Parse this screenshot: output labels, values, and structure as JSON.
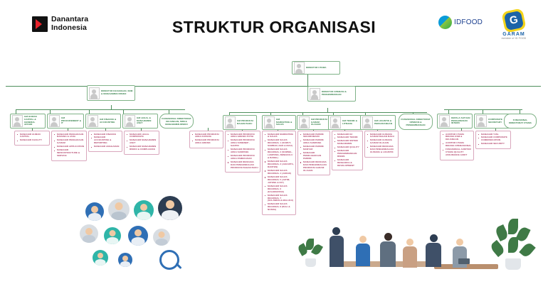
{
  "header": {
    "title": "STRUKTUR ORGANISASI",
    "brand_left": {
      "line1": "Danantara",
      "line2": "Indonesia",
      "mark": "danantara-logo"
    },
    "brand_right_1": {
      "text_bold": "ID",
      "text_light": "FOOD",
      "mark": "idfood-logo"
    },
    "brand_right_2": {
      "name": "GARAM",
      "sub": "member of ID FOOD",
      "letter": "G"
    }
  },
  "nodes": {
    "dirut": "DIREKTUR UTAMA",
    "dir_ops": "DIREKTUR OPERASI & PENGEMBANGAN",
    "dir_keu": "DIREKTUR KEUANGAN, SDM & MANAJEMEN RISIKO"
  },
  "columns": [
    {
      "id": "human-capital",
      "head": "GM HUMAN CAPITAL & GENERAL AFFAIR",
      "type": "gm",
      "items": [
        "MANAGER HUMAN CAPITAL",
        "MANAGER FACILITY"
      ]
    },
    {
      "id": "procurement-it",
      "head": "GM PROCUREMENT & IT",
      "type": "gm",
      "items": [
        "MANAGER PENGADAAN BARANG & JASA",
        "MANAGER PENGADAAN GARAM",
        "MANAGER APPLICATION",
        "MANAGER INFRASTRUCTURE & SERVICE"
      ]
    },
    {
      "id": "finance-accounting",
      "head": "GM FINANCE & ACCOUNTING",
      "type": "gm",
      "items": [
        "MANAGER FINANCE",
        "MANAGER ACCOUNTING & REPORTING",
        "MANAGER ANGGARAN"
      ]
    },
    {
      "id": "legal-aset",
      "head": "GM LEGAL & MANAJEMEN ASET",
      "type": "gm",
      "items": [
        "MANAGER LEGAL CORPORATE",
        "MANAGER MANAJEMEN ASET",
        "MANAGER MANAJEMEN RISIKO & COMPLIANCE"
      ]
    },
    {
      "id": "fungsional-keuangan",
      "head": "FUNGSIONAL DIREKTORAT KEUANGAN, SDM & MANAJEMEN RISIKO",
      "type": "fungsional",
      "items": []
    },
    {
      "id": "produksi-bahan-baku",
      "head": "GM PRODUKSI BAHAN BAKU",
      "type": "gm",
      "items": [
        "MANAGER PRODUKSI AREA KUPANG",
        "MANAGER PRODUKSI AREA GRESIK"
      ]
    },
    {
      "id": "produksi-bahan-baku-2",
      "head": "",
      "type": "list-only",
      "items": [
        "MANAGER PRODUKSI AREA GRESIK PUTIH",
        "MANAGER PRODUKSI AREA SUMENEP - SANTRI",
        "MANAGER PRODUKSI AREA SAMPANG",
        "MANAGER PRODUKSI AREA PAMEKASAN",
        "MANAGER RENCANA DAN PENGENDALIAN PRODUKSI BAHAN BAKU"
      ]
    },
    {
      "id": "marketing-sales",
      "head": "GM MARKETING & SALES",
      "type": "gm",
      "items": [
        "MANAGER MARKETING & SALES",
        "MANAGER SALES REGIONAL 1 (SUMUT, SUMBAR, NAD & RIAU)",
        "MANAGER SALES REGIONAL 2 (SUMSEL, LAMPUNG, BENGKULU & BABEL)",
        "MANAGER SALES REGIONAL 3 (JAKARTA, BANTEN)",
        "MANAGER SALES REGIONAL 4 (JABAR)",
        "MANAGER SALES REGIONAL 5 (JATIM, JATENG & DIY)",
        "MANAGER SALES REGIONAL 6 (KALIMANTAN)",
        "MANAGER SALES REGIONAL 7 (SULAWESI & MALUKU)",
        "MANAGER SALES REGIONAL 8 (BALI & NUSRA)"
      ]
    },
    {
      "id": "produksi-garam-olahan",
      "head": "GM PRODUKSI GARAM OLAHAN",
      "type": "gm",
      "items": [
        "MANAGER PABRIK SEGOROMADU",
        "MANAGER PABRIK AREA SAMPANG",
        "MANAGER PABRIK MANYAR",
        "MANAGER PEMELIHARAAN PABRIK",
        "MANAGER RENCANA DAN PENGENDALIAN PRODUKSI GARAM OLAHAN"
      ]
    },
    {
      "id": "teknik-litbang",
      "head": "GM TEKNIK & LITBANG",
      "type": "gm",
      "items": [
        "MANAGER K3",
        "MANAGER TEKNIK",
        "MANAGER SISTEM MANAJEMEN",
        "MANAGER QUALITY",
        "MANAGER PENGEMBANGAN BISNIS",
        "MANAGER RESEARCH & DEVELOPMENT"
      ]
    },
    {
      "id": "logistik-pergudangan",
      "head": "GM LOGISTIK & PERGUDANGAN",
      "type": "gm",
      "items": [
        "MANAGER GUDANG GARAM BAHAN BAKU",
        "MANAGER GUDANG GARAM OLAHAN",
        "MANAGER RENCANA DAN PENGENDALIAN GUDANG & LOGISTIK"
      ]
    },
    {
      "id": "fungsional-operasi",
      "head": "FUNGSIONAL DIREKTORAT OPERASI & PENGEMBANGAN",
      "type": "fungsional",
      "items": []
    },
    {
      "id": "satuan-pengawasan-intern",
      "head": "KEPALA SATUAN PENGAWASAN INTERN",
      "type": "gm",
      "items": [
        "AUDITOR UTAMA BIDANG KSM & KEUANGAN",
        "AUDITOR UTAMA BIDANG OPERASIONAL",
        "FUNGSIONAL AUDITOR UTAMA QUALITY ASSURANCE AUDIT"
      ]
    },
    {
      "id": "corporate-secretary",
      "head": "CORPORATE SECRETARY",
      "type": "gm",
      "items": [
        "MANAGER TJSL",
        "MANAGER CORPORATE COMMUNICATION",
        "MANAGER SECURITY"
      ]
    },
    {
      "id": "fungsional-direktorat-utama",
      "head": "FUNGSIONAL DIREKTORAT UTAMA",
      "type": "fungsional",
      "items": []
    }
  ],
  "colors": {
    "green": "#2f7d45",
    "green_border": "#7fb287",
    "pink": "#b5496f",
    "pink_border": "#d9a7bd",
    "title": "#111111",
    "accent_blue": "#2f6fb5",
    "accent_red": "#e8232c"
  }
}
